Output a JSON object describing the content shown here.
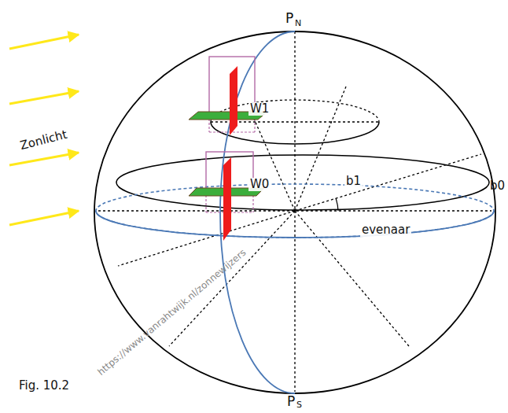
{
  "diagram": {
    "labels": [
      "P",
      "N",
      "W1",
      "W0",
      "b1",
      "b0",
      "Zonlicht",
      "evenaar",
      "Fig. 10.2",
      "P",
      "S",
      "https://www.vanrahtwijk.nl/zonnewijzers"
    ]
  }
}
